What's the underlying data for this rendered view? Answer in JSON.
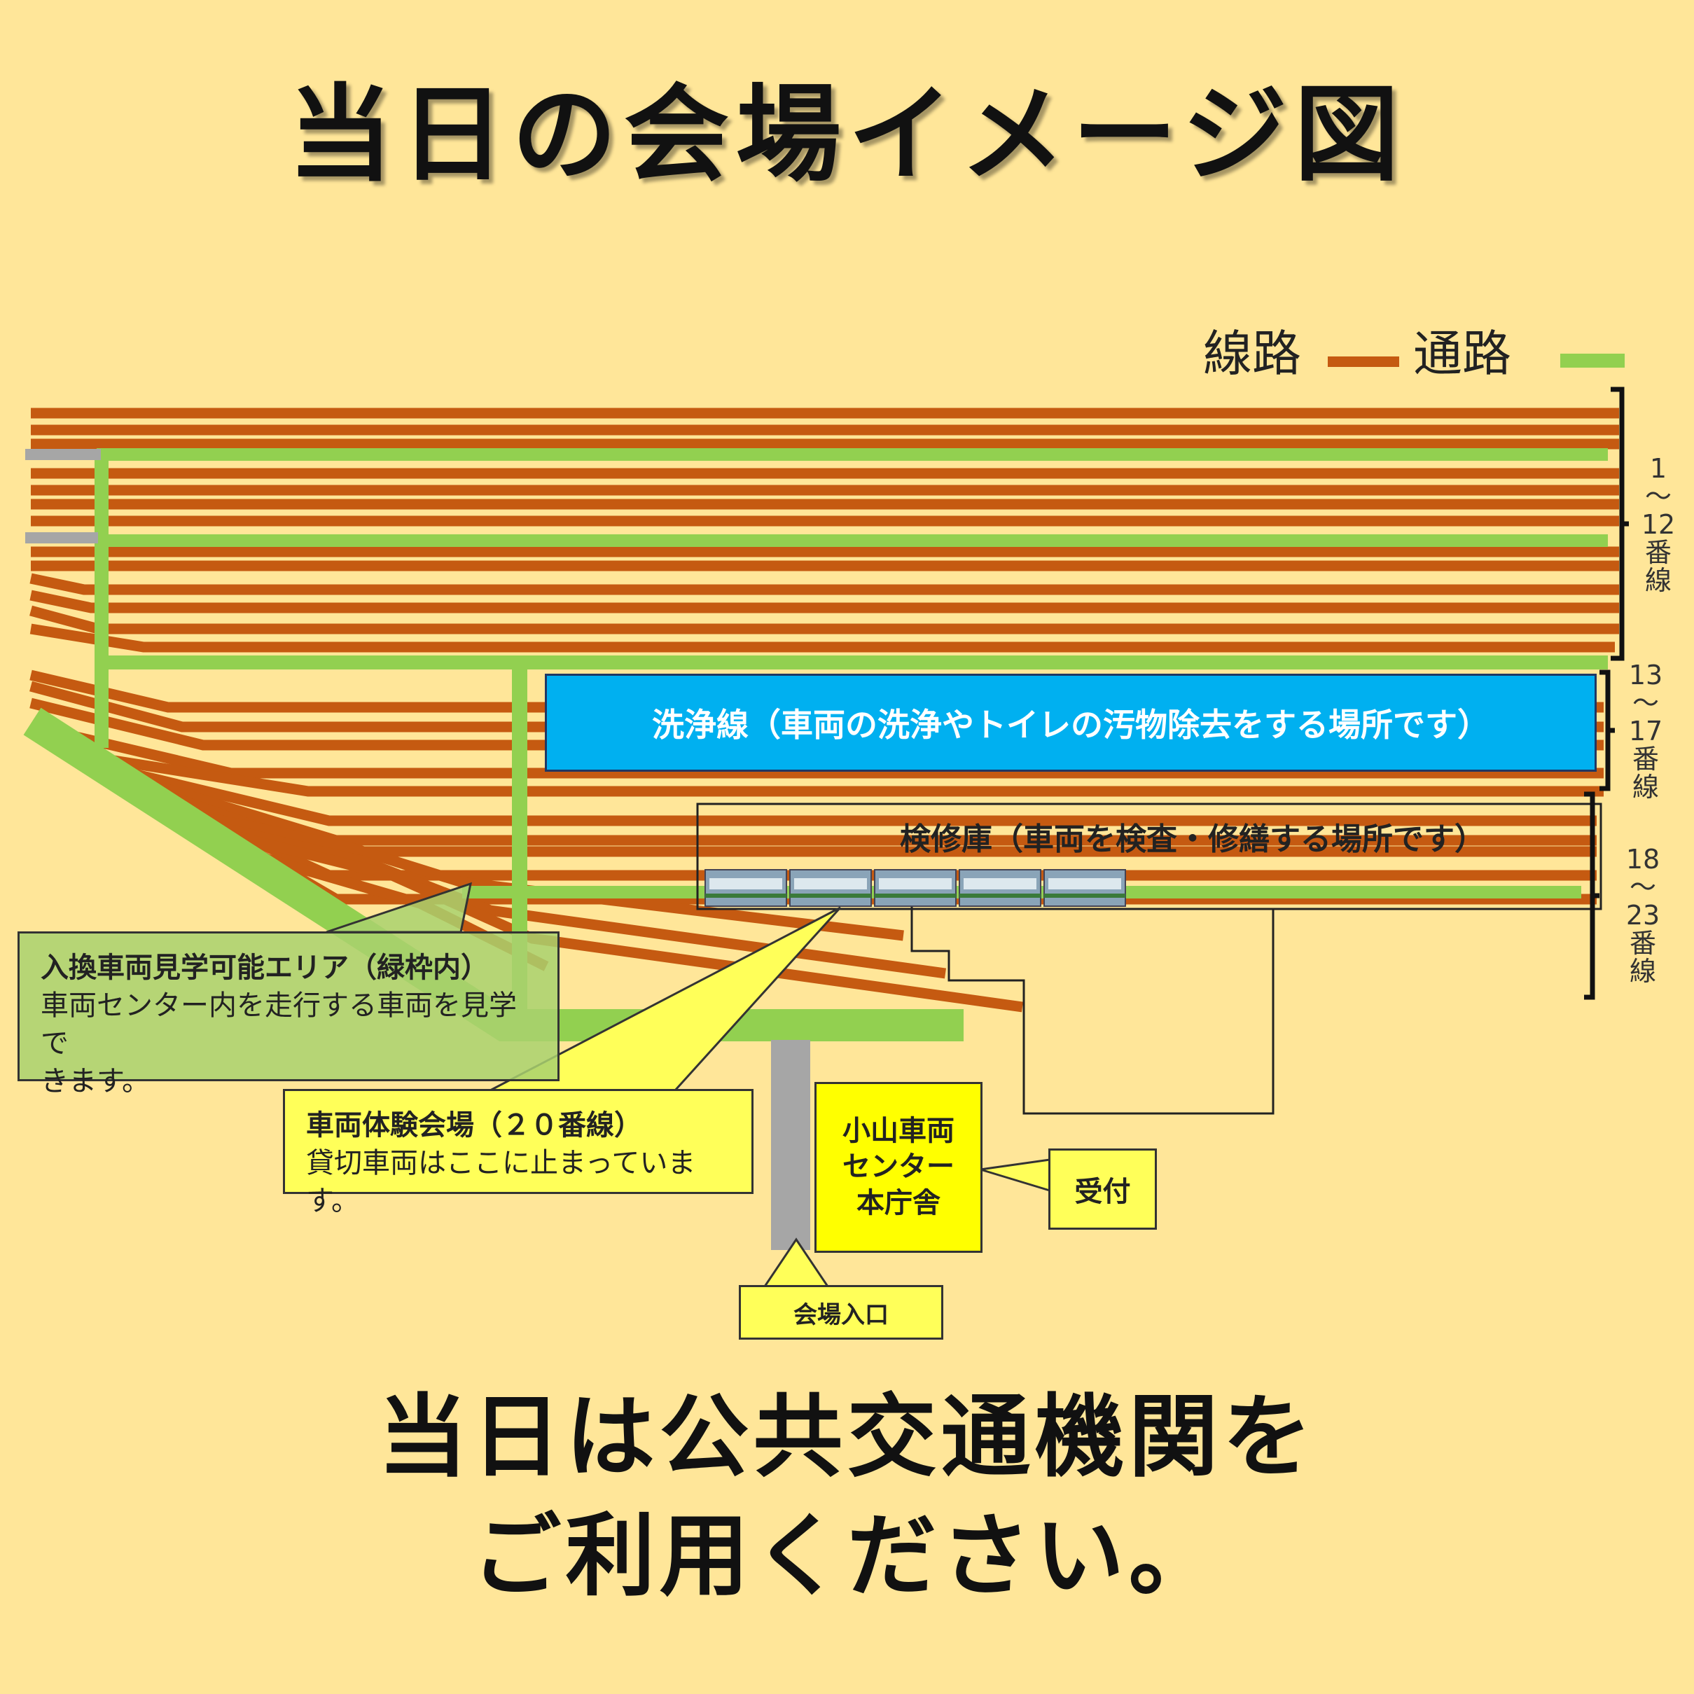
{
  "title": "当日の会場イメージ図",
  "legend": {
    "track_label": "線路",
    "track_color": "#c55a11",
    "path_label": "通路",
    "path_color": "#92d050"
  },
  "track_groups": [
    {
      "from": "1",
      "tilde": "〜",
      "to": "12",
      "suffix1": "番",
      "suffix2": "線"
    },
    {
      "from": "13",
      "tilde": "〜",
      "to": "17",
      "suffix1": "番",
      "suffix2": "線"
    },
    {
      "from": "18",
      "tilde": "〜",
      "to": "23",
      "suffix1": "番",
      "suffix2": "線"
    }
  ],
  "wash_line": "洗浄線（車両の洗浄やトイレの汚物除去をする場所です）",
  "depot": "検修庫（車両を検査・修繕する場所です）",
  "shunting_area": {
    "heading": "入換車両見学可能エリア（緑枠内）",
    "line1": "車両センター内を走行する車両を見学で",
    "line2": "きます。"
  },
  "experience_venue": {
    "heading": "車両体験会場（２０番線）",
    "body": "貸切車両はここに止まっています。"
  },
  "hq_building": {
    "line1": "小山車両",
    "line2": "センター",
    "line3": "本庁舎"
  },
  "reception": "受付",
  "entrance": "会場入口",
  "bottom_message": {
    "line1": "当日は公共交通機関を",
    "line2": "ご利用ください。"
  },
  "colors": {
    "background": "#ffe699",
    "wash_fill": "#00b0f0",
    "callout_yellow": "#ffff59",
    "hq_yellow": "#ffff00",
    "walkway_gray": "#a6a6a6"
  }
}
